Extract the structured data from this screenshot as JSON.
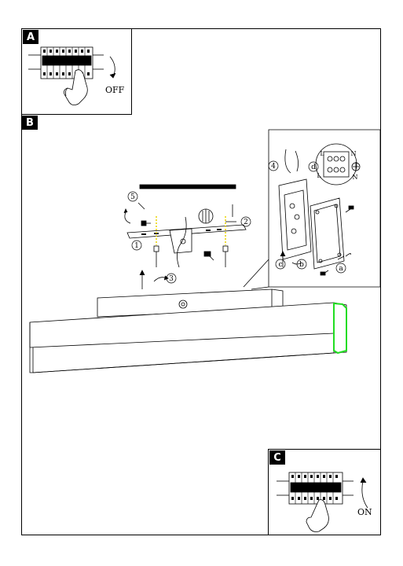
{
  "steps": {
    "a": {
      "badge": "A",
      "switch_label": "OFF"
    },
    "b": {
      "badge": "B"
    },
    "c": {
      "badge": "C",
      "switch_label": "ON"
    }
  },
  "callouts": [
    "1",
    "2",
    "3",
    "4",
    "5"
  ],
  "detail_letters": [
    "a",
    "b",
    "c",
    "d"
  ],
  "terminal_labels": {
    "live": "L",
    "neutral": "N"
  },
  "colors": {
    "line": "#000000",
    "highlight": "#22dd22",
    "wire_marker": "#e8d400"
  }
}
